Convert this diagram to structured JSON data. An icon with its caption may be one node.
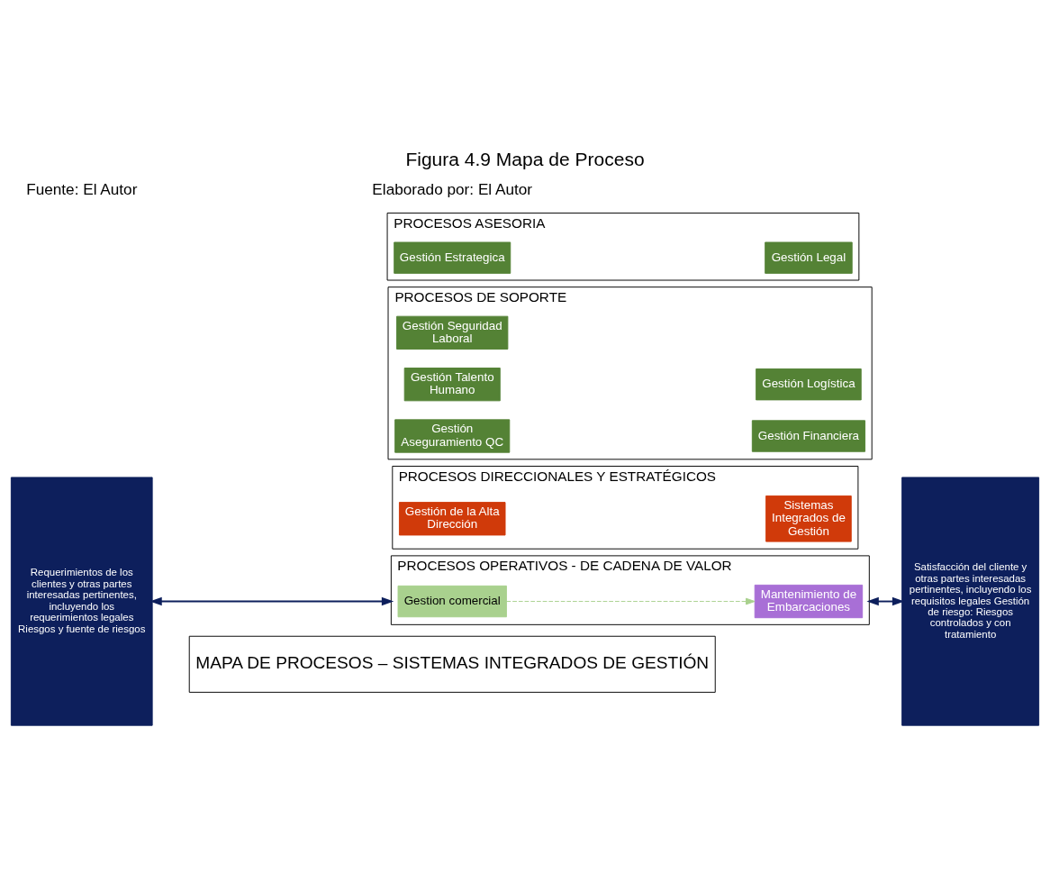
{
  "diagram": {
    "title": "Figura 4.9 Mapa de Proceso",
    "nodes": [
      {
        "text": [
          "MAPA DE PROCESOS – SISTEMAS INTEGRADOS DE GESTIÓN"
        ]
      },
      {
        "text": [
          "Requerimientos de los clientes y otras partes interesadas pertinentes, incluyendo los requerimientos legales Riesgos y fuente de riesgos"
        ]
      },
      {
        "text": [
          "PROCESOS DIRECCIONALES Y ESTRATÉGICOS"
        ]
      },
      {
        "text": [
          "Gestión de la Alta Dirección"
        ],
        "in": 2
      },
      {
        "text": [
          "Sistemas Integrados de Gestión"
        ],
        "in": 2
      },
      {
        "text": [
          "PROCESOS OPERATIVOS - DE CADENA DE VALOR"
        ]
      },
      {
        "text": [
          "Gestion comercial"
        ],
        "in": 5
      },
      {
        "text": [
          "Mantenimiento de Embarcaciones"
        ],
        "in": 5
      },
      {
        "text": [
          "PROCESOS DE SOPORTE"
        ]
      },
      {
        "text": [
          "Gestión Seguridad Laboral"
        ],
        "in": 8
      },
      {
        "text": [
          "Gestión Talento Humano"
        ],
        "in": 8
      },
      {
        "text": [
          "Gestión Logística"
        ],
        "in": 8
      },
      {
        "text": [
          "Gestión Aseguramiento QC"
        ],
        "in": 8
      },
      {
        "text": [
          "Gestión Financiera"
        ],
        "in": 8
      },
      {
        "text": [
          "PROCESOS ASESORIA"
        ]
      },
      {
        "text": [
          "Gestión Estrategica"
        ],
        "in": 14
      },
      {
        "text": [
          "Gestión Legal"
        ],
        "in": 14
      },
      {
        "text": [
          "Satisfacción del cliente y otras partes interesadas pertinentes, incluyendo los requisitos legales Gestión de riesgo: Riesgos controlados y con tratamiento"
        ]
      }
    ],
    "edges": [
      {
        "from": 1,
        "to": 5,
        "arrow": "both"
      },
      {
        "from": 6,
        "to": 7,
        "arrow": "to",
        "style": "dashed",
        "color": "#a9d18e"
      },
      {
        "from": 5,
        "to": 17,
        "arrow": "both"
      }
    ],
    "labels": [
      "Fuente: El Autor",
      "Elaborado por: El Autor"
    ]
  }
}
